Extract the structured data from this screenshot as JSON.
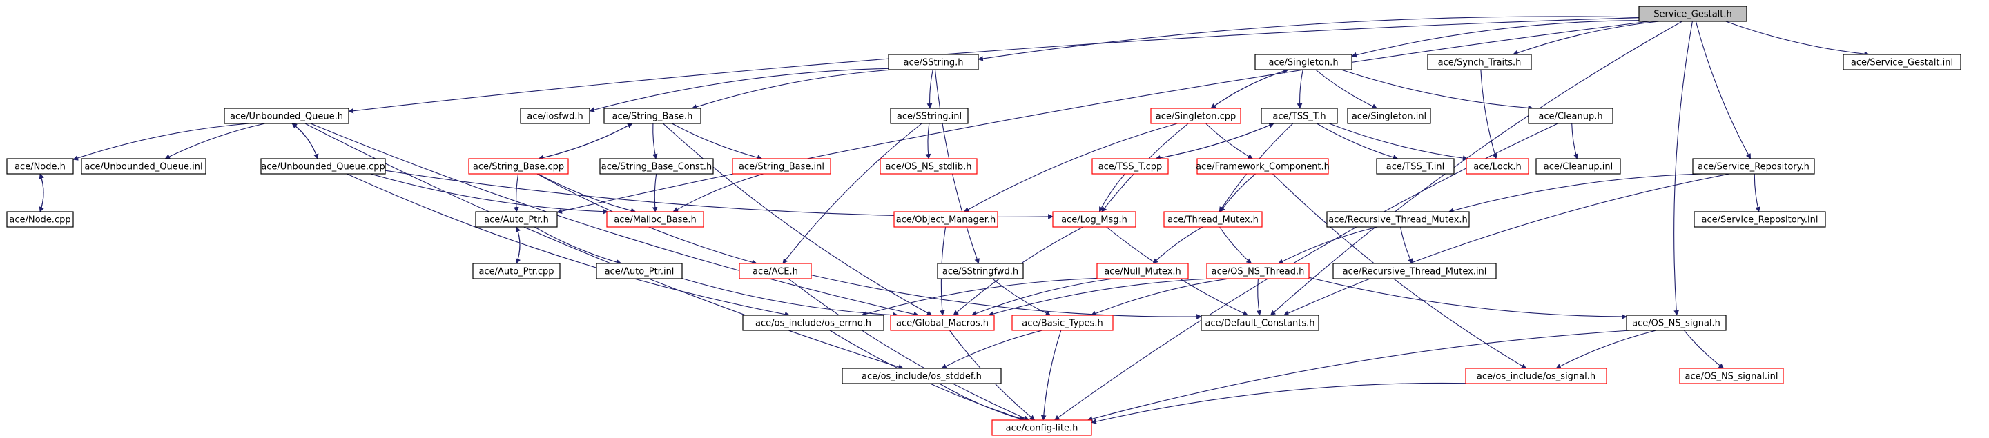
{
  "diagram": {
    "root": "n_root",
    "colors": {
      "background": "#ffffff",
      "edge": "#1f1f6b",
      "border_normal": "#000000",
      "border_truncated": "#ff0000",
      "root_fill": "#bfbfbf",
      "node_fill": "#ffffff",
      "text": "#000000"
    },
    "nodes": [
      {
        "id": "n_root",
        "label": "Service_Gestalt.h",
        "style": "root"
      },
      {
        "id": "n_sstring",
        "label": "ace/SString.h",
        "style": "normal"
      },
      {
        "id": "n_singleton",
        "label": "ace/Singleton.h",
        "style": "normal"
      },
      {
        "id": "n_synch",
        "label": "ace/Synch_Traits.h",
        "style": "normal"
      },
      {
        "id": "n_sginl",
        "label": "ace/Service_Gestalt.inl",
        "style": "normal"
      },
      {
        "id": "n_unbq",
        "label": "ace/Unbounded_Queue.h",
        "style": "normal"
      },
      {
        "id": "n_iosfwd",
        "label": "ace/iosfwd.h",
        "style": "normal"
      },
      {
        "id": "n_strbase",
        "label": "ace/String_Base.h",
        "style": "normal"
      },
      {
        "id": "n_sstrinl",
        "label": "ace/SString.inl",
        "style": "normal"
      },
      {
        "id": "n_singcpp",
        "label": "ace/Singleton.cpp",
        "style": "truncated"
      },
      {
        "id": "n_tss",
        "label": "ace/TSS_T.h",
        "style": "normal"
      },
      {
        "id": "n_singinl",
        "label": "ace/Singleton.inl",
        "style": "normal"
      },
      {
        "id": "n_cleanup",
        "label": "ace/Cleanup.h",
        "style": "normal"
      },
      {
        "id": "n_node",
        "label": "ace/Node.h",
        "style": "normal"
      },
      {
        "id": "n_unbqinl",
        "label": "ace/Unbounded_Queue.inl",
        "style": "normal"
      },
      {
        "id": "n_unbqcpp",
        "label": "ace/Unbounded_Queue.cpp",
        "style": "normal"
      },
      {
        "id": "n_strbasecpp",
        "label": "ace/String_Base.cpp",
        "style": "truncated"
      },
      {
        "id": "n_strbconst",
        "label": "ace/String_Base_Const.h",
        "style": "normal"
      },
      {
        "id": "n_strbinl",
        "label": "ace/String_Base.inl",
        "style": "truncated"
      },
      {
        "id": "n_osstdlib",
        "label": "ace/OS_NS_stdlib.h",
        "style": "truncated"
      },
      {
        "id": "n_tsscpp",
        "label": "ace/TSS_T.cpp",
        "style": "truncated"
      },
      {
        "id": "n_frame",
        "label": "ace/Framework_Component.h",
        "style": "truncated"
      },
      {
        "id": "n_tssinl",
        "label": "ace/TSS_T.inl",
        "style": "normal"
      },
      {
        "id": "n_lock",
        "label": "ace/Lock.h",
        "style": "truncated"
      },
      {
        "id": "n_cleanupinl",
        "label": "ace/Cleanup.inl",
        "style": "normal"
      },
      {
        "id": "n_servrepo",
        "label": "ace/Service_Repository.h",
        "style": "normal"
      },
      {
        "id": "n_nodecpp",
        "label": "ace/Node.cpp",
        "style": "normal"
      },
      {
        "id": "n_autoptr",
        "label": "ace/Auto_Ptr.h",
        "style": "normal"
      },
      {
        "id": "n_malloc",
        "label": "ace/Malloc_Base.h",
        "style": "truncated"
      },
      {
        "id": "n_objmgr",
        "label": "ace/Object_Manager.h",
        "style": "truncated"
      },
      {
        "id": "n_logmsg",
        "label": "ace/Log_Msg.h",
        "style": "truncated"
      },
      {
        "id": "n_thrmutex",
        "label": "ace/Thread_Mutex.h",
        "style": "truncated"
      },
      {
        "id": "n_rtm",
        "label": "ace/Recursive_Thread_Mutex.h",
        "style": "normal"
      },
      {
        "id": "n_servrepoinl",
        "label": "ace/Service_Repository.inl",
        "style": "normal"
      },
      {
        "id": "n_autoptrcpp",
        "label": "ace/Auto_Ptr.cpp",
        "style": "normal"
      },
      {
        "id": "n_autoptrinl",
        "label": "ace/Auto_Ptr.inl",
        "style": "normal"
      },
      {
        "id": "n_ace",
        "label": "ace/ACE.h",
        "style": "truncated"
      },
      {
        "id": "n_sstrfwd",
        "label": "ace/SStringfwd.h",
        "style": "normal"
      },
      {
        "id": "n_nullmutex",
        "label": "ace/Null_Mutex.h",
        "style": "truncated"
      },
      {
        "id": "n_osthread",
        "label": "ace/OS_NS_Thread.h",
        "style": "truncated"
      },
      {
        "id": "n_rtminl",
        "label": "ace/Recursive_Thread_Mutex.inl",
        "style": "normal"
      },
      {
        "id": "n_oserrno",
        "label": "ace/os_include/os_errno.h",
        "style": "normal"
      },
      {
        "id": "n_globmac",
        "label": "ace/Global_Macros.h",
        "style": "truncated"
      },
      {
        "id": "n_basictypes",
        "label": "ace/Basic_Types.h",
        "style": "truncated"
      },
      {
        "id": "n_defconst",
        "label": "ace/Default_Constants.h",
        "style": "normal"
      },
      {
        "id": "n_ossignal",
        "label": "ace/OS_NS_signal.h",
        "style": "normal"
      },
      {
        "id": "n_osstddef",
        "label": "ace/os_include/os_stddef.h",
        "style": "normal"
      },
      {
        "id": "n_osincsignal",
        "label": "ace/os_include/os_signal.h",
        "style": "truncated"
      },
      {
        "id": "n_ossignalinl",
        "label": "ace/OS_NS_signal.inl",
        "style": "truncated"
      },
      {
        "id": "n_configlite",
        "label": "ace/config-lite.h",
        "style": "truncated"
      }
    ],
    "edges": [
      [
        "n_root",
        "n_sstring"
      ],
      [
        "n_root",
        "n_singleton"
      ],
      [
        "n_root",
        "n_synch"
      ],
      [
        "n_root",
        "n_sginl"
      ],
      [
        "n_root",
        "n_unbq"
      ],
      [
        "n_root",
        "n_servrepo"
      ],
      [
        "n_root",
        "n_defconst"
      ],
      [
        "n_root",
        "n_autoptr"
      ],
      [
        "n_root",
        "n_ossignal"
      ],
      [
        "n_sstring",
        "n_iosfwd"
      ],
      [
        "n_sstring",
        "n_strbase"
      ],
      [
        "n_sstring",
        "n_sstrinl"
      ],
      [
        "n_sstring",
        "n_sstrfwd"
      ],
      [
        "n_singleton",
        "n_singcpp"
      ],
      [
        "n_singleton",
        "n_tss"
      ],
      [
        "n_singleton",
        "n_singinl"
      ],
      [
        "n_singleton",
        "n_cleanup"
      ],
      [
        "n_singcpp",
        "n_singleton"
      ],
      [
        "n_singcpp",
        "n_objmgr"
      ],
      [
        "n_singcpp",
        "n_logmsg"
      ],
      [
        "n_singcpp",
        "n_frame"
      ],
      [
        "n_synch",
        "n_lock"
      ],
      [
        "n_unbq",
        "n_node"
      ],
      [
        "n_unbq",
        "n_unbqinl"
      ],
      [
        "n_unbq",
        "n_unbqcpp"
      ],
      [
        "n_unbq",
        "n_globmac"
      ],
      [
        "n_unbq",
        "n_osstddef"
      ],
      [
        "n_unbqcpp",
        "n_unbq"
      ],
      [
        "n_unbqcpp",
        "n_malloc"
      ],
      [
        "n_unbqcpp",
        "n_logmsg"
      ],
      [
        "n_unbqcpp",
        "n_oserrno"
      ],
      [
        "n_node",
        "n_nodecpp"
      ],
      [
        "n_nodecpp",
        "n_node"
      ],
      [
        "n_strbase",
        "n_strbasecpp"
      ],
      [
        "n_strbase",
        "n_strbconst"
      ],
      [
        "n_strbase",
        "n_strbinl"
      ],
      [
        "n_strbase",
        "n_globmac"
      ],
      [
        "n_strbasecpp",
        "n_strbase"
      ],
      [
        "n_strbasecpp",
        "n_malloc"
      ],
      [
        "n_strbasecpp",
        "n_autoptr"
      ],
      [
        "n_strbasecpp",
        "n_ace"
      ],
      [
        "n_strbconst",
        "n_malloc"
      ],
      [
        "n_strbinl",
        "n_malloc"
      ],
      [
        "n_sstrinl",
        "n_osstdlib"
      ],
      [
        "n_sstrinl",
        "n_ace"
      ],
      [
        "n_tss",
        "n_tsscpp"
      ],
      [
        "n_tss",
        "n_tssinl"
      ],
      [
        "n_tss",
        "n_lock"
      ],
      [
        "n_tss",
        "n_thrmutex"
      ],
      [
        "n_tsscpp",
        "n_tss"
      ],
      [
        "n_tsscpp",
        "n_logmsg"
      ],
      [
        "n_cleanup",
        "n_cleanupinl"
      ],
      [
        "n_cleanup",
        "n_configlite"
      ],
      [
        "n_frame",
        "n_thrmutex"
      ],
      [
        "n_frame",
        "n_osincsignal"
      ],
      [
        "n_servrepo",
        "n_servrepoinl"
      ],
      [
        "n_servrepo",
        "n_rtm"
      ],
      [
        "n_servrepo",
        "n_defconst"
      ],
      [
        "n_autoptr",
        "n_autoptrcpp"
      ],
      [
        "n_autoptr",
        "n_autoptrinl"
      ],
      [
        "n_autoptrcpp",
        "n_autoptr"
      ],
      [
        "n_autoptrinl",
        "n_globmac"
      ],
      [
        "n_objmgr",
        "n_globmac"
      ],
      [
        "n_logmsg",
        "n_globmac"
      ],
      [
        "n_logmsg",
        "n_defconst"
      ],
      [
        "n_thrmutex",
        "n_osthread"
      ],
      [
        "n_thrmutex",
        "n_nullmutex"
      ],
      [
        "n_rtm",
        "n_rtminl"
      ],
      [
        "n_rtm",
        "n_osthread"
      ],
      [
        "n_ace",
        "n_configlite"
      ],
      [
        "n_ace",
        "n_defconst"
      ],
      [
        "n_sstrfwd",
        "n_basictypes"
      ],
      [
        "n_nullmutex",
        "n_oserrno"
      ],
      [
        "n_nullmutex",
        "n_globmac"
      ],
      [
        "n_osthread",
        "n_globmac"
      ],
      [
        "n_osthread",
        "n_basictypes"
      ],
      [
        "n_osthread",
        "n_defconst"
      ],
      [
        "n_osthread",
        "n_ossignal"
      ],
      [
        "n_oserrno",
        "n_configlite"
      ],
      [
        "n_globmac",
        "n_configlite"
      ],
      [
        "n_basictypes",
        "n_configlite"
      ],
      [
        "n_basictypes",
        "n_osstddef"
      ],
      [
        "n_ossignal",
        "n_osincsignal"
      ],
      [
        "n_ossignal",
        "n_ossignalinl"
      ],
      [
        "n_ossignal",
        "n_configlite"
      ],
      [
        "n_osincsignal",
        "n_configlite"
      ],
      [
        "n_osstddef",
        "n_configlite"
      ]
    ]
  }
}
